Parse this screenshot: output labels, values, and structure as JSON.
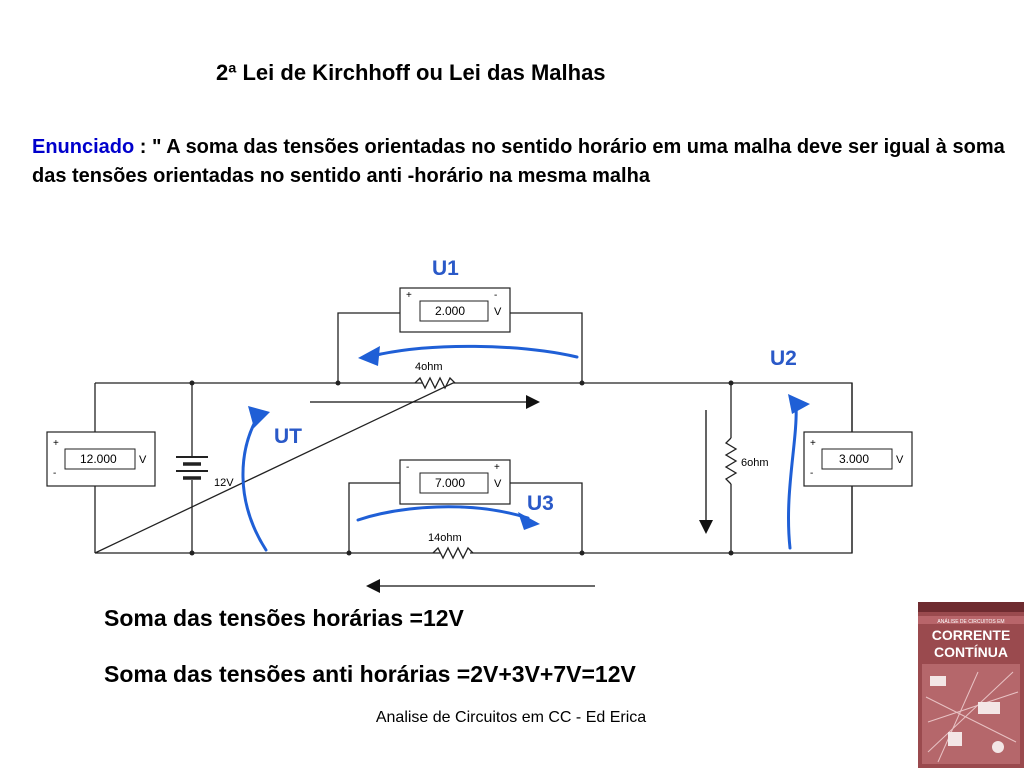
{
  "slide": {
    "title": "2ª Lei de Kirchhoff ou Lei das Malhas",
    "statement_keyword": "Enunciado",
    "statement_text": " : \" A soma das tensões   orientadas no sentido horário em uma malha deve ser igual à soma das tensões orientadas no sentido anti -horário na mesma malha",
    "result_clockwise": "Soma das tensões horárias =12V",
    "result_counter": "Soma das tensões anti horárias =2V+3V+7V=12V",
    "footer": "Analise de Circuitos em CC - Ed Erica"
  },
  "circuit": {
    "labels": {
      "u1": "U1",
      "u2": "U2",
      "u3": "U3",
      "ut": "UT"
    },
    "meters": {
      "total": {
        "value": "12.000",
        "unit": "V",
        "plus": "+",
        "minus": "-"
      },
      "m1": {
        "value": "2.000",
        "unit": "V",
        "plus": "+",
        "minus": "-"
      },
      "m2": {
        "value": "3.000",
        "unit": "V",
        "plus": "+",
        "minus": "-"
      },
      "m3": {
        "value": "7.000",
        "unit": "V",
        "plus": "+",
        "minus": "-"
      }
    },
    "components": {
      "r1": "4ohm",
      "r2": "6ohm",
      "r3": "14ohm",
      "battery": "12V"
    },
    "colors": {
      "arrow_blue": "#1f5fd6",
      "label_blue": "#2a59c8",
      "wire": "#000000"
    }
  },
  "book_cover": {
    "line1": "ANÁLISE DE CIRCUITOS EM",
    "line2": "CORRENTE",
    "line3": "CONTÍNUA"
  }
}
